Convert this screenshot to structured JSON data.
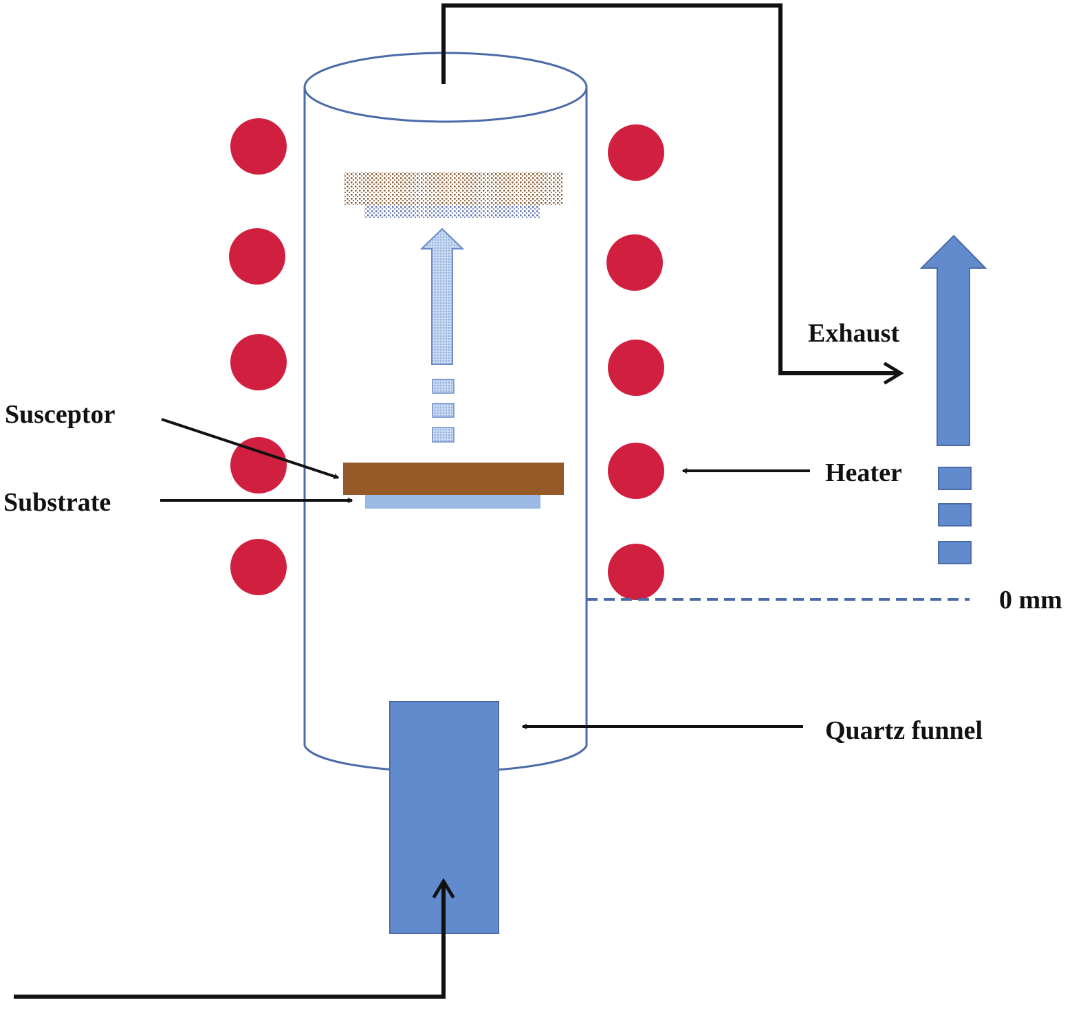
{
  "labels": {
    "susceptor": "Susceptor",
    "substrate": "Substrate",
    "exhaust": "Exhaust",
    "heater": "Heater",
    "zero_mark": "0 mm",
    "quartz_funnel": "Quartz funnel"
  },
  "colors": {
    "heater": "#d11f3f",
    "susceptor": "#955a28",
    "substrate": "#9bb9e4",
    "funnel": "#618bcd",
    "tube_outline": "#4a6aa8",
    "pipe": "#111111"
  }
}
